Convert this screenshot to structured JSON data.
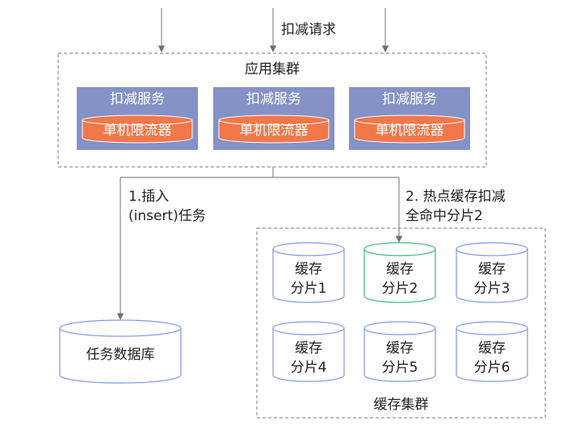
{
  "request_label": "扣减请求",
  "app_cluster": {
    "title": "应用集群",
    "services": [
      {
        "label": "扣减服务",
        "limiter": "单机限流器"
      },
      {
        "label": "扣减服务",
        "limiter": "单机限流器"
      },
      {
        "label": "扣减服务",
        "limiter": "单机限流器"
      }
    ]
  },
  "edges": {
    "insert_line1": "1.插入",
    "insert_line2": "(insert)任务",
    "hot_line1": "2. 热点缓存扣减",
    "hot_line2": "全命中分片2"
  },
  "task_db": {
    "label": "任务数据库"
  },
  "cache_cluster": {
    "title": "缓存集群",
    "shards": [
      {
        "line1": "缓存",
        "line2": "分片1"
      },
      {
        "line1": "缓存",
        "line2": "分片2",
        "highlight": true
      },
      {
        "line1": "缓存",
        "line2": "分片3"
      },
      {
        "line1": "缓存",
        "line2": "分片4"
      },
      {
        "line1": "缓存",
        "line2": "分片5"
      },
      {
        "line1": "缓存",
        "line2": "分片6"
      }
    ]
  },
  "colors": {
    "service_bg": "#8492c6",
    "limiter_bg": "#f2784b",
    "cylinder_stroke": "#7e97e6",
    "highlight_stroke": "#3db87a",
    "line": "#8a8a8a"
  }
}
